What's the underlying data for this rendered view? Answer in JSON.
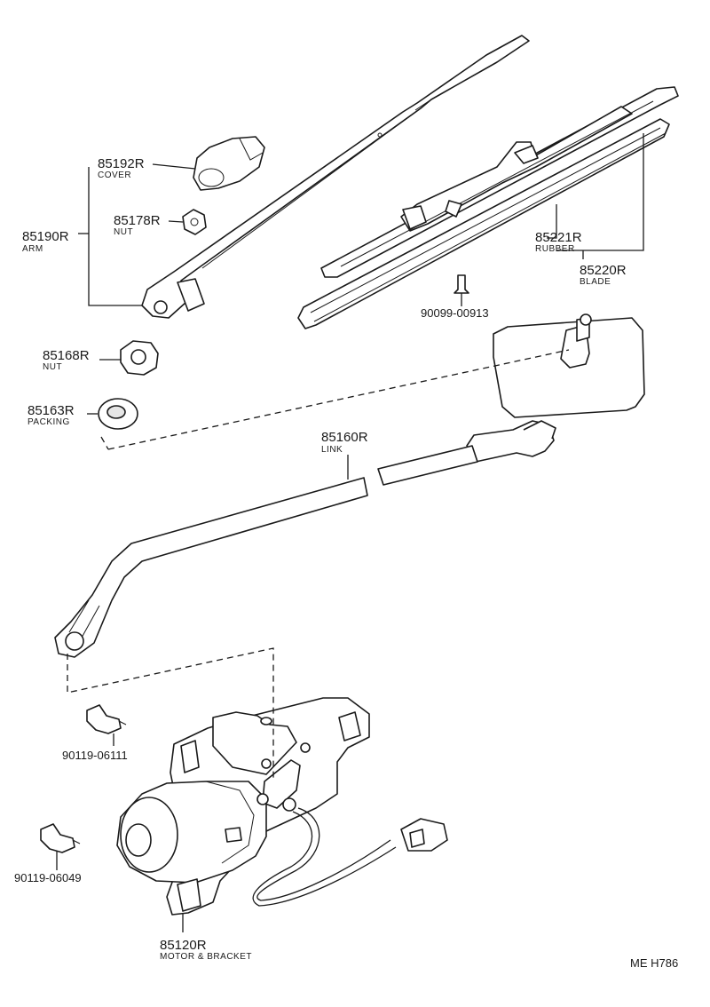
{
  "parts": {
    "cover": {
      "number": "85192R",
      "name": "COVER"
    },
    "nut_arm": {
      "number": "85178R",
      "name": "NUT"
    },
    "arm": {
      "number": "85190R",
      "name": "ARM"
    },
    "nut": {
      "number": "85168R",
      "name": "NUT"
    },
    "packing": {
      "number": "85163R",
      "name": "PACKING"
    },
    "link": {
      "number": "85160R",
      "name": "LINK"
    },
    "rubber": {
      "number": "85221R",
      "name": "RUBBER"
    },
    "blade": {
      "number": "85220R",
      "name": "BLADE"
    },
    "motor": {
      "number": "85120R",
      "name": "MOTOR & BRACKET"
    },
    "screw_blade": {
      "number": "90099-00913"
    },
    "bolt_a": {
      "number": "90119-06111"
    },
    "bolt_b": {
      "number": "90119-06049"
    }
  },
  "reference": "ME H786"
}
